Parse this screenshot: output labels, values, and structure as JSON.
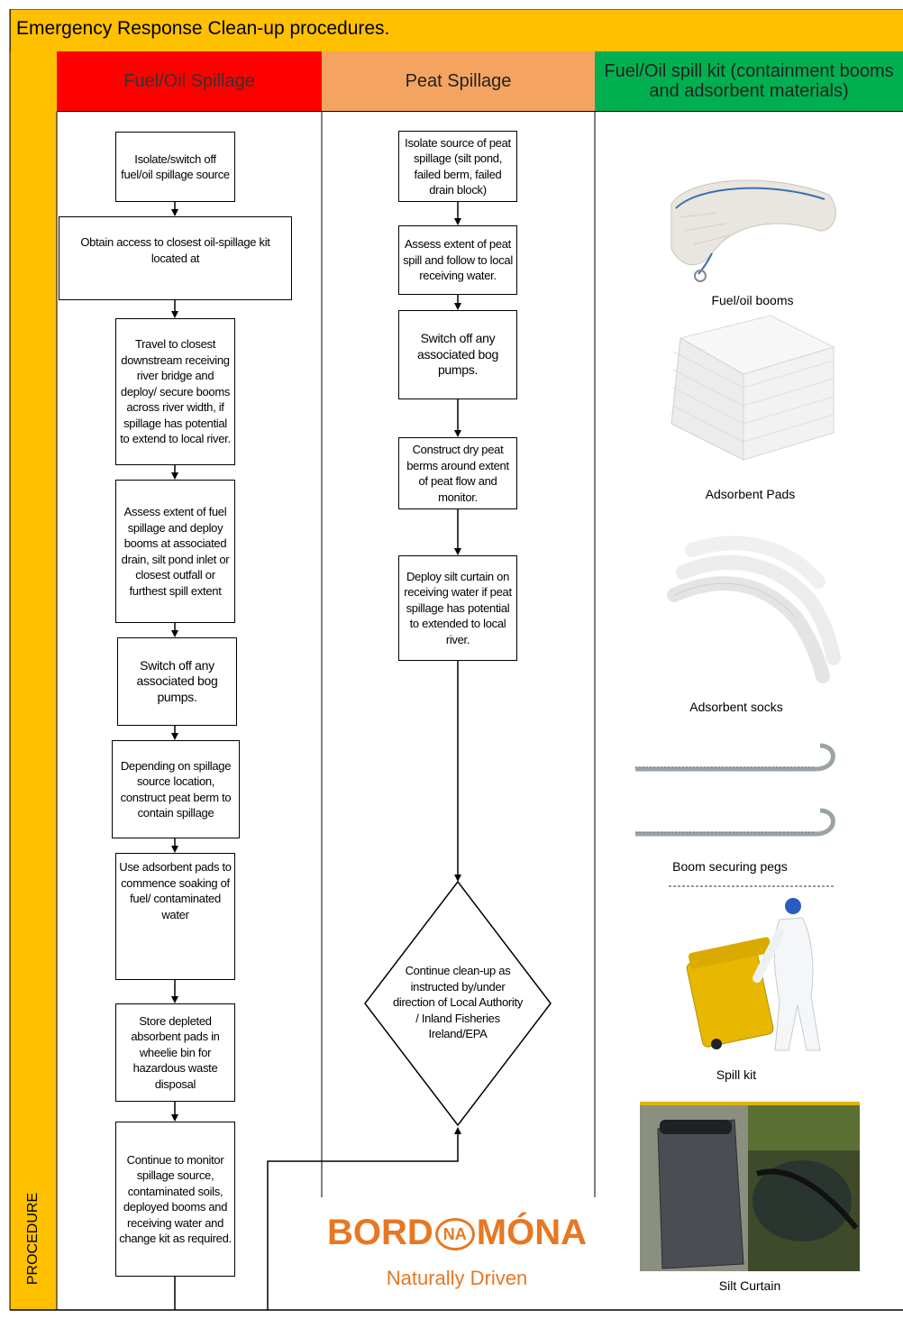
{
  "title": "Emergency Response Clean-up procedures.",
  "side_label": "PROCEDURE",
  "columns": {
    "fuel": "Fuel/Oil Spillage",
    "peat": "Peat Spillage",
    "kit": "Fuel/Oil spill kit (containment booms and adsorbent materials)"
  },
  "colors": {
    "title_bar": "#FFC000",
    "fuel_header": "#FF0000",
    "peat_header": "#F4A460",
    "kit_header": "#00B050",
    "logo": "#E87722"
  },
  "fuel_steps": [
    "Isolate/switch off fuel/oil spillage source",
    "Obtain access to closest oil-spillage kit located at",
    "Travel to closest downstream receiving river bridge and deploy/ secure booms across river width, if spillage has potential to extend to local river.",
    "Assess extent of fuel spillage and deploy booms at associated drain, silt pond inlet or closest outfall or furthest spill extent",
    "Switch off any associated bog pumps.",
    "Depending on spillage source location, construct peat berm to contain spillage",
    "Use adsorbent pads to commence soaking of fuel/ contaminated water",
    "Store depleted absorbent pads in wheelie bin for hazardous waste disposal",
    "Continue to monitor spillage source, contaminated soils, deployed booms and receiving water and change kit as required."
  ],
  "peat_steps": [
    "Isolate source of peat spillage (silt pond, failed berm, failed drain block)",
    "Assess extent of peat spill and follow to local receiving water.",
    "Switch off any associated bog pumps.",
    "Construct dry peat berms around extent of peat flow and monitor.",
    "Deploy silt curtain on receiving water if peat spillage has potential to extended to local river."
  ],
  "decision": "Continue clean-up as instructed by/under direction of Local Authority / Inland Fisheries Ireland/EPA",
  "kit_items": [
    "Fuel/oil booms",
    "Adsorbent Pads",
    "Adsorbent socks",
    "Boom securing pegs",
    "Spill kit",
    "Silt Curtain"
  ],
  "logo": {
    "part1": "BORD",
    "part2": "NA",
    "part3": "MÓNA",
    "tagline": "Naturally Driven"
  }
}
